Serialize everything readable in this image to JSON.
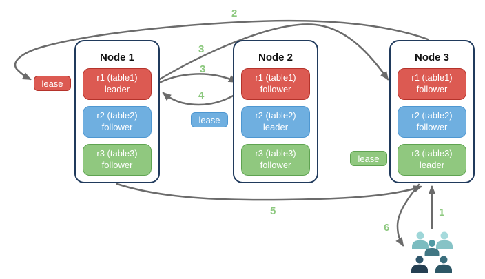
{
  "nodes": [
    {
      "title": "Node 1",
      "replicas": [
        {
          "name": "r1 (table1)",
          "role": "leader",
          "color": "#dc5a52"
        },
        {
          "name": "r2 (table2)",
          "role": "follower",
          "color": "#6fafe0"
        },
        {
          "name": "r3 (table3)",
          "role": "follower",
          "color": "#90c87f"
        }
      ]
    },
    {
      "title": "Node 2",
      "replicas": [
        {
          "name": "r1 (table1)",
          "role": "follower",
          "color": "#dc5a52"
        },
        {
          "name": "r2 (table2)",
          "role": "leader",
          "color": "#6fafe0"
        },
        {
          "name": "r3 (table3)",
          "role": "follower",
          "color": "#90c87f"
        }
      ]
    },
    {
      "title": "Node 3",
      "replicas": [
        {
          "name": "r1 (table1)",
          "role": "follower",
          "color": "#dc5a52"
        },
        {
          "name": "r2 (table2)",
          "role": "follower",
          "color": "#6fafe0"
        },
        {
          "name": "r3 (table3)",
          "role": "leader",
          "color": "#90c87f"
        }
      ]
    }
  ],
  "leases": [
    {
      "label": "lease",
      "color": "#dc5a52",
      "beside": "Node 1"
    },
    {
      "label": "lease",
      "color": "#6fafe0",
      "beside": "Node 2"
    },
    {
      "label": "lease",
      "color": "#90c87f",
      "beside": "Node 3"
    }
  ],
  "steps": {
    "s1": "1",
    "s2": "2",
    "s3a": "3",
    "s3b": "3",
    "s4": "4",
    "s5": "5",
    "s6": "6"
  },
  "icons": {
    "users_group": "clients-group-icon"
  },
  "palette": {
    "node_border": "#203a5c",
    "arrow_gray": "#6b6b6b",
    "step_label_green": "#8cc87e",
    "red_fill": "#dc5a52",
    "red_border": "#b5332b",
    "blue_fill": "#6fafe0",
    "blue_border": "#4e97d1",
    "green_fill": "#90c87f",
    "green_border": "#5fa351",
    "people_light_teal": "#8fcdd1",
    "people_medium_teal": "#4f929d",
    "people_dark_navy": "#2a4b5e",
    "people_dark_teal": "#316273"
  }
}
